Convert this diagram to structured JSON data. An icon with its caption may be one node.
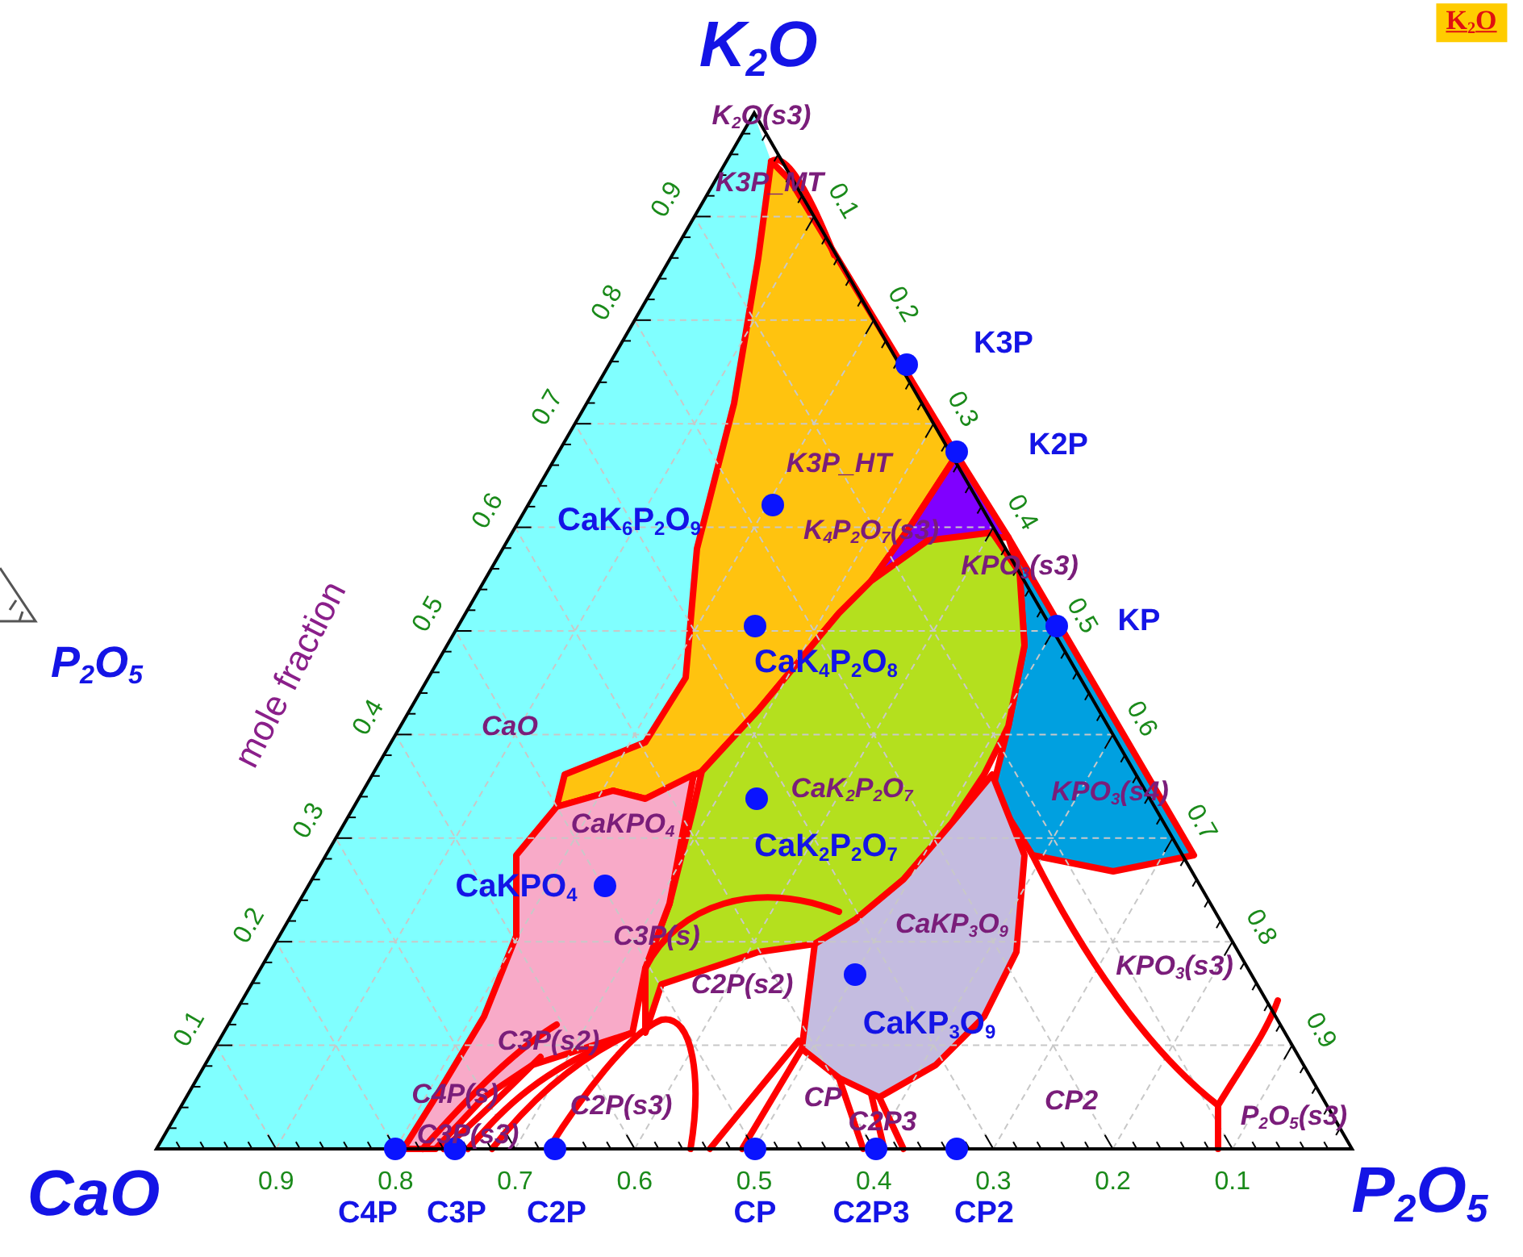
{
  "diagram": {
    "labels": [
      "K$_{2}$O",
      "K$_{2}$O",
      "K$_{2}$O(s3)",
      "K3P_MT",
      "K3P",
      "K3P_HT",
      "K2P",
      "CaK$_{6}$P$_{2}$O$_{9}$",
      "K$_{4}$P$_{2}$O$_{7}$(s3)",
      "KPO$_{3}$(s3)",
      "P$_{2}$O$_{5}$",
      "mole fraction",
      "KP",
      "CaK$_{4}$P$_{2}$O$_{8}$",
      "CaO",
      "CaK$_{2}$P$_{2}$O$_{7}$",
      "KPO$_{3}$(s4)",
      "CaKPO$_{4}$",
      "CaK$_{2}$P$_{2}$O$_{7}$",
      "CaKPO$_{4}$",
      "CaKP$_{3}$O$_{9}$",
      "C3P(s)",
      "C2P(s2)",
      "KPO$_{3}$(s3)",
      "CaKP$_{3}$O$_{9}$",
      "C3P(s2)",
      "C4P(s)",
      "C3P(s3)",
      "C2P(s3)",
      "CP",
      "C2P3",
      "CP2",
      "P$_{2}$O$_{5}$(s3)",
      "CaO",
      "P$_{2}$O$_{5}$",
      "C4P",
      "C3P",
      "C2P",
      "CP",
      "C2P3",
      "CP2",
      "0.1",
      "0.2",
      "0.3",
      "0.4",
      "0.5",
      "0.6",
      "0.7",
      "0.8",
      "0.9",
      "0.1",
      "0.2",
      "0.3",
      "0.4",
      "0.5",
      "0.6",
      "0.7",
      "0.8",
      "0.9",
      "0.9",
      "0.8",
      "0.7",
      "0.6",
      "0.5",
      "0.4",
      "0.3",
      "0.2",
      "0.1"
    ]
  }
}
